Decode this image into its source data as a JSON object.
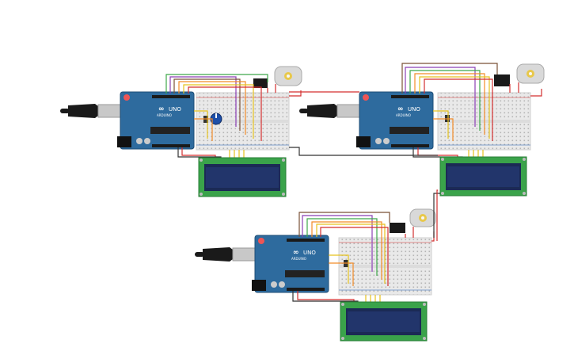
{
  "circuits": [
    {
      "id": "circuit-1",
      "board_label": "UNO",
      "brand": "ARDUINO",
      "lcd_color": "#1b2a55",
      "has_potentiometer": true
    },
    {
      "id": "circuit-2",
      "board_label": "UNO",
      "brand": "ARDUINO",
      "lcd_color": "#1b2a55",
      "has_potentiometer": false
    },
    {
      "id": "circuit-3",
      "board_label": "UNO",
      "brand": "ARDUINO",
      "lcd_color": "#1b2a55",
      "has_potentiometer": false
    }
  ],
  "colors": {
    "board": "#2e6b9e",
    "board_dark": "#1f4d75",
    "breadboard": "#e9e9e9",
    "lcd_pcb": "#3aa34a",
    "wire_red": "#d32f2f",
    "wire_black": "#333333",
    "wire_orange": "#f28c28",
    "wire_yellow": "#e6c21f",
    "wire_green": "#3ea84a",
    "wire_purple": "#8b3fb5",
    "wire_brown": "#7a5236"
  }
}
